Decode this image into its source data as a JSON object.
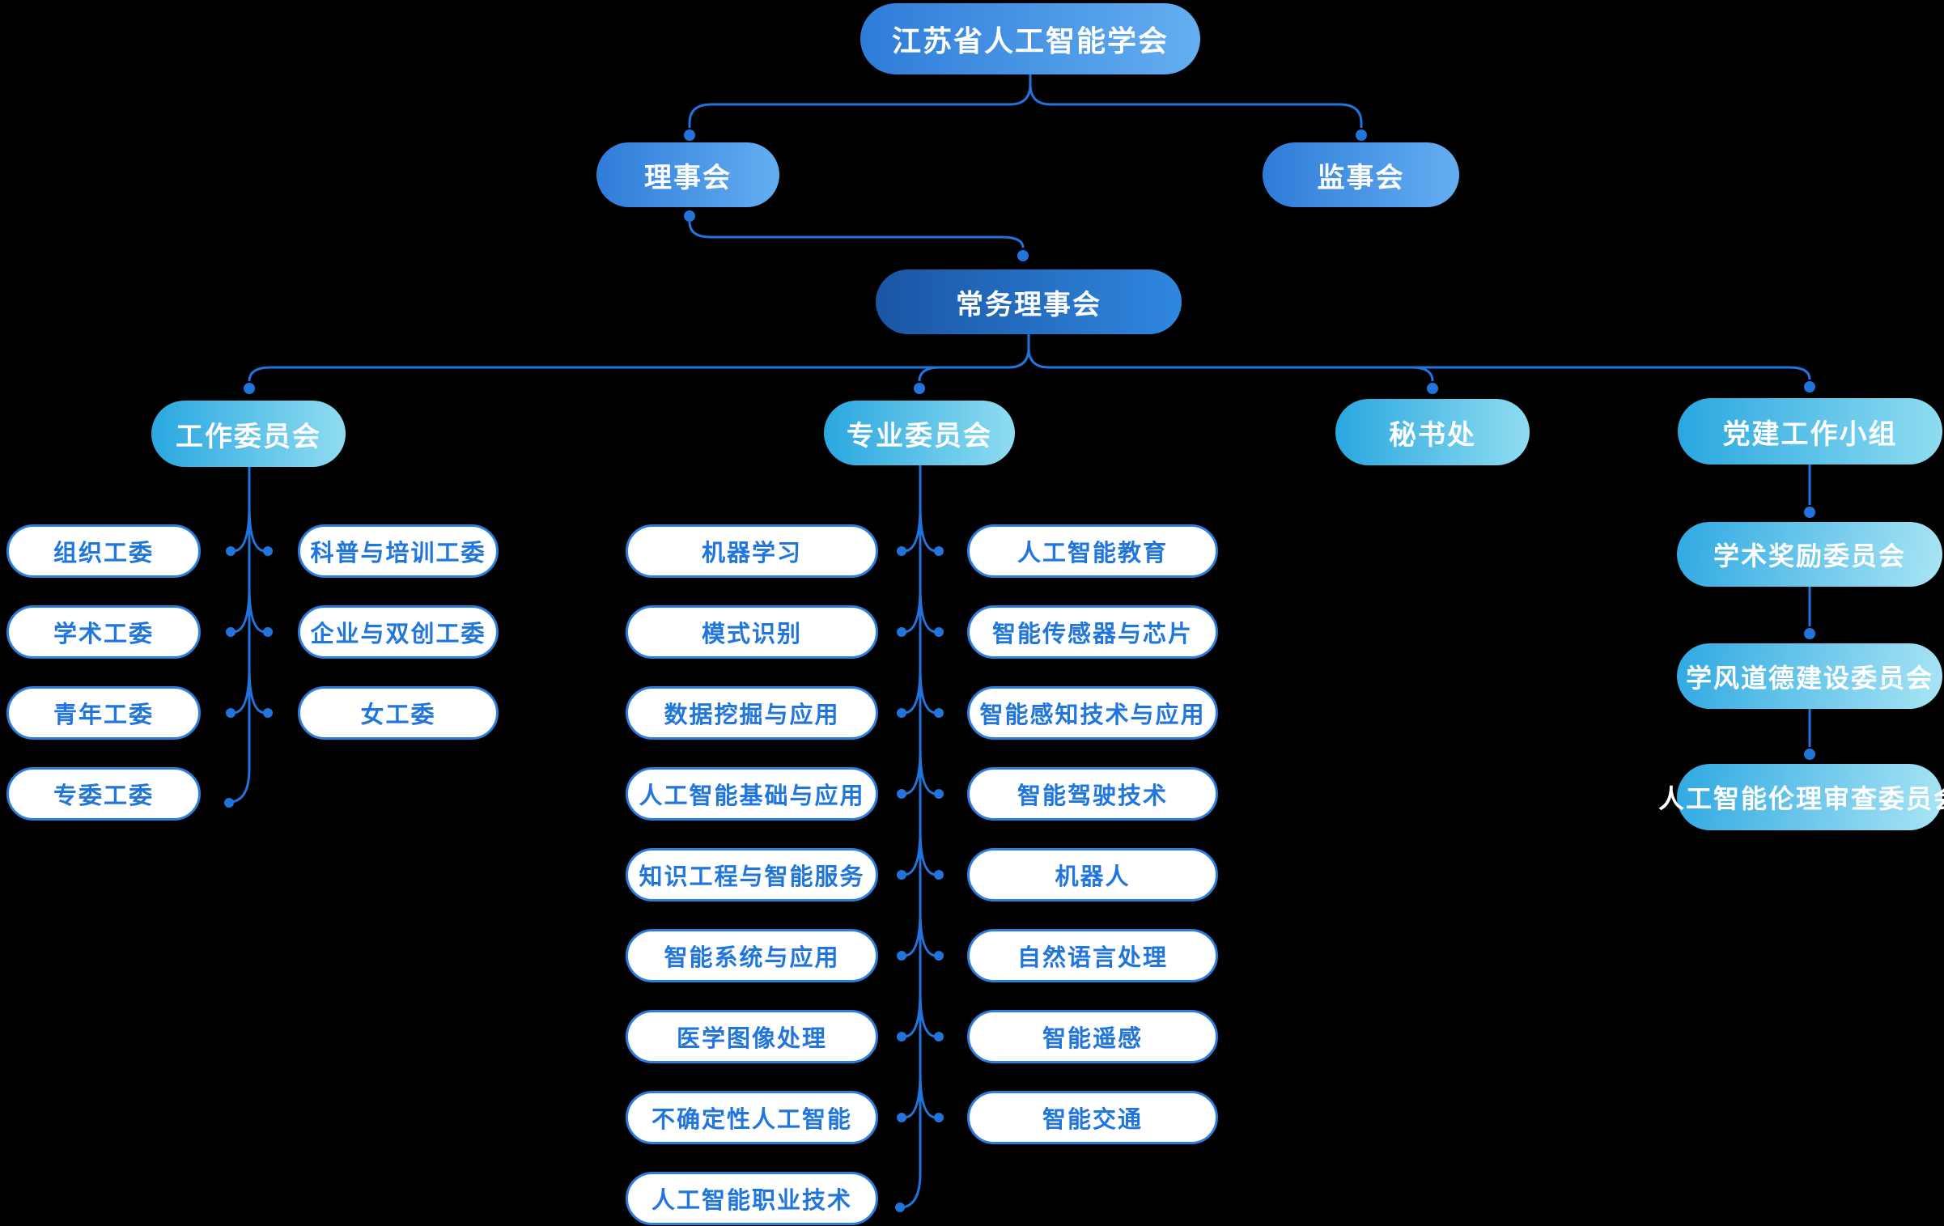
{
  "org": {
    "root": {
      "label": "江苏省人工智能学会"
    },
    "council": {
      "label": "理事会"
    },
    "supervisors": {
      "label": "监事会"
    },
    "standing_council": {
      "label": "常务理事会"
    },
    "work_committee": {
      "label": "工作委员会"
    },
    "professional_committee": {
      "label": "专业委员会"
    },
    "secretariat": {
      "label": "秘书处"
    },
    "party_group": {
      "label": "党建工作小组"
    },
    "work_sub": {
      "left": [
        "组织工委",
        "学术工委",
        "青年工委",
        "专委工委"
      ],
      "right": [
        "科普与培训工委",
        "企业与双创工委",
        "女工委"
      ]
    },
    "prof_sub": {
      "left": [
        "机器学习",
        "模式识别",
        "数据挖掘与应用",
        "人工智能基础与应用",
        "知识工程与智能服务",
        "智能系统与应用",
        "医学图像处理",
        "不确定性人工智能",
        "人工智能职业技术"
      ],
      "right": [
        "人工智能教育",
        "智能传感器与芯片",
        "智能感知技术与应用",
        "智能驾驶技术",
        "机器人",
        "自然语言处理",
        "智能遥感",
        "智能交通"
      ]
    },
    "party_sub": [
      "学术奖励委员会",
      "学风道德建设委员会",
      "人工智能伦理审查委员会"
    ]
  },
  "colors": {
    "background": "#000000",
    "connector": "#2273DC",
    "blue_gradient_start": "#2E7CD9",
    "blue_gradient_end": "#64AEF1",
    "dark_gradient_start": "#1A55A4",
    "dark_gradient_end": "#2F87DF",
    "cyan_gradient_start": "#29A7E0",
    "cyan_gradient_end": "#8FDCF0",
    "pill_border": "#2B7EE0",
    "pill_text": "#2176DE"
  }
}
